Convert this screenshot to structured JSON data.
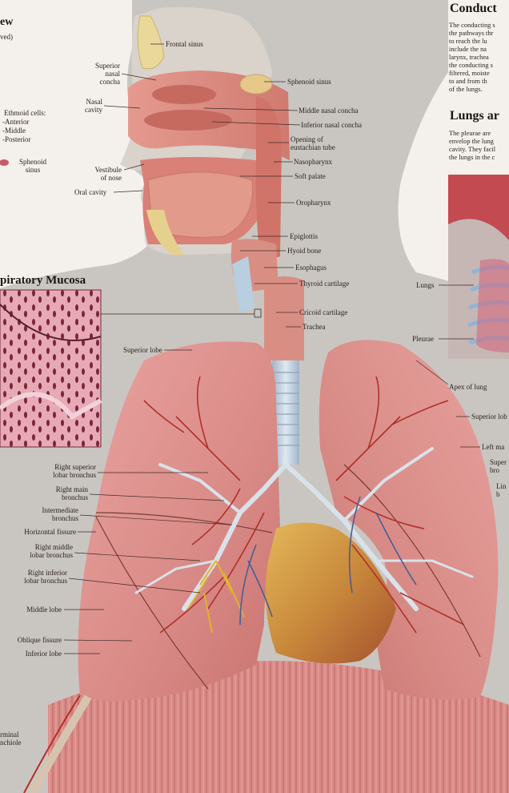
{
  "top_left": {
    "line1": "ew",
    "line2": "ved)"
  },
  "ethmoid": {
    "title": "Ethmoid cells:",
    "items": [
      "-Anterior",
      "-Middle",
      "-Posterior"
    ]
  },
  "sphenoid_left": {
    "line1": "Sphenoid",
    "line2": "sinus"
  },
  "mucosa_heading": "piratory Mucosa",
  "conducting": {
    "heading": "Conduct",
    "lines": [
      "The conducting s",
      "the pathways thr",
      "to reach the lu",
      "include the na",
      "larynx, trachea",
      "the conducting s",
      "filtered, moiste",
      "to and from th",
      "of the lungs."
    ]
  },
  "lungs_panel": {
    "heading": "Lungs ar",
    "lines": [
      "The pleurae are",
      "envelop the lung",
      "cavity. They facil",
      "the lungs in the c"
    ],
    "lungs_label": "Lungs",
    "pleurae_label": "Pleurae"
  },
  "labels": {
    "frontal_sinus": "Frontal sinus",
    "sphenoid_sinus": "Sphenoid sinus",
    "superior_nasal_concha": [
      "Superior",
      "nasal",
      "concha"
    ],
    "nasal_cavity": [
      "Nasal",
      "cavity"
    ],
    "middle_nasal_concha": "Middle nasal concha",
    "inferior_nasal_concha": "Inferior nasal concha",
    "opening_eustachian": [
      "Opening of",
      "eustachian tube"
    ],
    "nasopharynx": "Nasopharynx",
    "vestibule": [
      "Vestibule",
      "of nose"
    ],
    "soft_palate": "Soft palate",
    "oral_cavity": "Oral cavity",
    "oropharynx": "Oropharynx",
    "epiglottis": "Epiglottis",
    "hyoid_bone": "Hyoid bone",
    "esophagus": "Esophagus",
    "thyroid_cartilage": "Thyroid cartilage",
    "cricoid_cartilage": "Cricoid cartilage",
    "trachea": "Trachea",
    "superior_lobe_left": "Superior lobe",
    "apex_of_lung": "Apex of lung",
    "superior_lobe_right": "Superior lob",
    "left_main": "Left ma",
    "superior_bronchus_cut": [
      "Super",
      "bro"
    ],
    "lingular_cut": [
      "Lin",
      "b"
    ],
    "right_superior_lobar_bronchus": [
      "Right superior",
      "lobar bronchus"
    ],
    "right_main_bronchus": [
      "Right main",
      "bronchus"
    ],
    "intermediate_bronchus": [
      "Intermediate",
      "bronchus"
    ],
    "horizontal_fissure": "Horizontal fissure",
    "right_middle_lobar_bronchus": [
      "Right middle",
      "lobar bronchus"
    ],
    "right_inferior_lobar_bronchus": [
      "Right inferior",
      "lobar bronchus"
    ],
    "middle_lobe": "Middle lobe",
    "oblique_fissure": "Oblique fissure",
    "inferior_lobe": "Inferior lobe",
    "terminal_bronchiole_cut": [
      "rminal",
      "nchiole"
    ]
  }
}
